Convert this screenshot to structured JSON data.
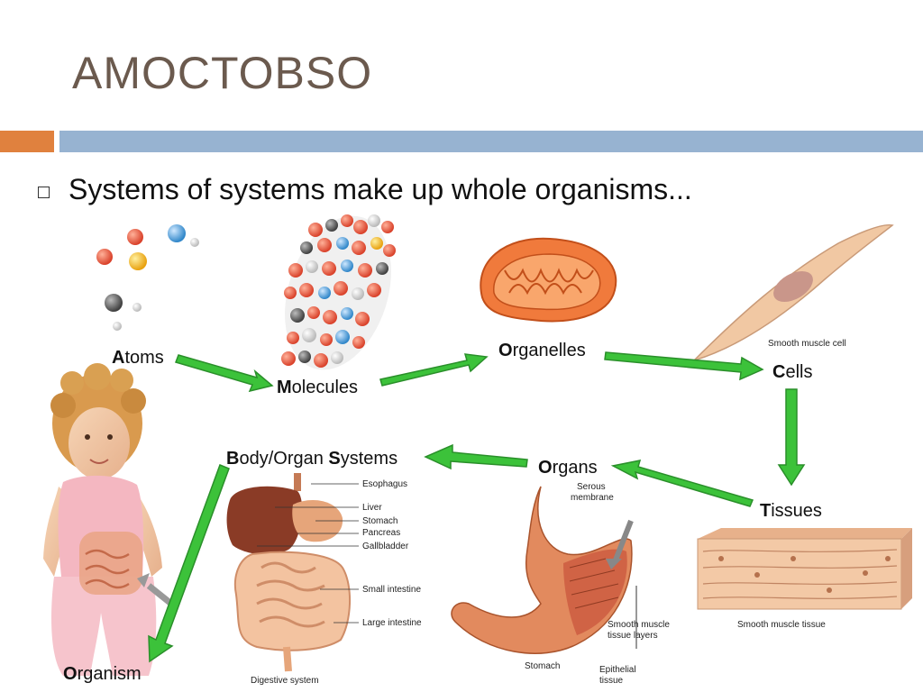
{
  "slide": {
    "title": "AMOCTOBSO",
    "bullet": "Systems of systems make up whole organisms..."
  },
  "levels": {
    "atoms": {
      "initial": "A",
      "rest": "toms"
    },
    "molecules": {
      "initial": "M",
      "rest": "olecules"
    },
    "organelles": {
      "initial": "O",
      "rest": "rganelles"
    },
    "cells": {
      "initial": "C",
      "rest": "ells"
    },
    "tissues": {
      "initial": "T",
      "rest": "issues"
    },
    "organs": {
      "initial": "O",
      "rest": "rgans"
    },
    "systems": {
      "initial_b": "B",
      "mid": "ody/Organ ",
      "initial_s": "S",
      "rest": "ystems"
    },
    "organism": {
      "initial": "O",
      "rest": "rganism"
    }
  },
  "captions": {
    "smooth_muscle_cell": "Smooth muscle cell",
    "smooth_muscle_tissue": "Smooth muscle tissue",
    "serous_membrane_1": "Serous",
    "serous_membrane_2": "membrane",
    "smooth_muscle_layers_1": "Smooth muscle",
    "smooth_muscle_layers_2": "tissue layers",
    "stomach": "Stomach",
    "epithelial_1": "Epithelial",
    "epithelial_2": "tissue",
    "esophagus": "Esophagus",
    "liver": "Liver",
    "stomach_organ": "Stomach",
    "pancreas": "Pancreas",
    "gallbladder": "Gallbladder",
    "small_intestine": "Small intestine",
    "large_intestine": "Large intestine",
    "digestive_system": "Digestive system"
  },
  "colors": {
    "title": "#6b5a4e",
    "accent_orange": "#e0813e",
    "accent_blue": "#97b3d1",
    "arrow_green": "#3cc23a"
  }
}
